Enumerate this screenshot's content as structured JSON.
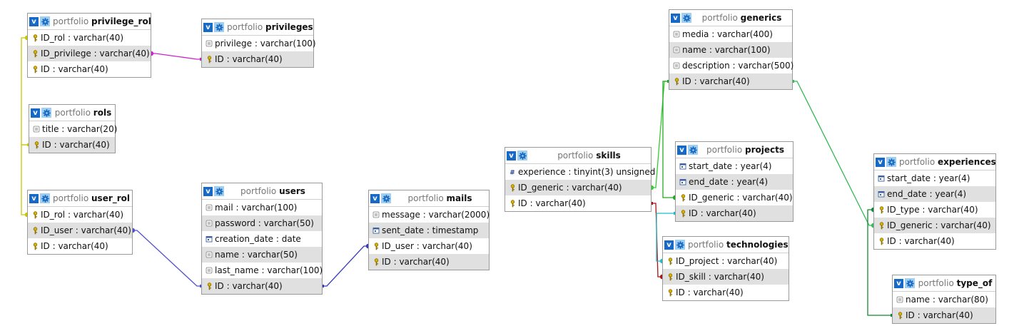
{
  "db_name": "portfolio",
  "tables": [
    {
      "key": "privilege_rol",
      "name": "privilege_rol",
      "fields": [
        {
          "icon": "key-icon",
          "text": "ID_rol : varchar(40)"
        },
        {
          "icon": "key-icon",
          "text": "ID_privilege : varchar(40)"
        },
        {
          "icon": "key-icon",
          "text": "ID : varchar(40)"
        }
      ]
    },
    {
      "key": "privileges",
      "name": "privileges",
      "fields": [
        {
          "icon": "text-field-icon",
          "text": "privilege : varchar(100)"
        },
        {
          "icon": "key-icon",
          "text": "ID : varchar(40)"
        }
      ]
    },
    {
      "key": "rols",
      "name": "rols",
      "fields": [
        {
          "icon": "text-field-icon",
          "text": "title : varchar(20)"
        },
        {
          "icon": "key-icon",
          "text": "ID : varchar(40)"
        }
      ]
    },
    {
      "key": "user_rol",
      "name": "user_rol",
      "fields": [
        {
          "icon": "key-icon",
          "text": "ID_rol : varchar(40)"
        },
        {
          "icon": "key-icon",
          "text": "ID_user : varchar(40)"
        },
        {
          "icon": "key-icon",
          "text": "ID : varchar(40)"
        }
      ]
    },
    {
      "key": "users",
      "name": "users",
      "fields": [
        {
          "icon": "text-field-icon",
          "text": "mail : varchar(100)"
        },
        {
          "icon": "text-field-icon",
          "text": "password : varchar(50)"
        },
        {
          "icon": "date-field-icon",
          "text": "creation_date : date"
        },
        {
          "icon": "text-field-icon",
          "text": "name : varchar(50)"
        },
        {
          "icon": "text-field-icon",
          "text": "last_name : varchar(100)"
        },
        {
          "icon": "key-icon",
          "text": "ID : varchar(40)"
        }
      ]
    },
    {
      "key": "mails",
      "name": "mails",
      "fields": [
        {
          "icon": "text-field-icon",
          "text": "message : varchar(2000)"
        },
        {
          "icon": "date-field-icon",
          "text": "sent_date : timestamp"
        },
        {
          "icon": "key-icon",
          "text": "ID_user : varchar(40)"
        },
        {
          "icon": "key-icon",
          "text": "ID : varchar(40)"
        }
      ]
    },
    {
      "key": "skills",
      "name": "skills",
      "fields": [
        {
          "icon": "numeric-field-icon",
          "text": "experience : tinyint(3) unsigned"
        },
        {
          "icon": "key-icon",
          "text": "ID_generic : varchar(40)"
        },
        {
          "icon": "key-icon",
          "text": "ID : varchar(40)"
        }
      ]
    },
    {
      "key": "generics",
      "name": "generics",
      "fields": [
        {
          "icon": "text-field-icon",
          "text": "media : varchar(400)"
        },
        {
          "icon": "text-field-icon",
          "text": "name : varchar(100)"
        },
        {
          "icon": "text-field-icon",
          "text": "description : varchar(500)"
        },
        {
          "icon": "key-icon",
          "text": "ID : varchar(40)"
        }
      ]
    },
    {
      "key": "projects",
      "name": "projects",
      "fields": [
        {
          "icon": "date-field-icon",
          "text": "start_date : year(4)"
        },
        {
          "icon": "date-field-icon",
          "text": "end_date : year(4)"
        },
        {
          "icon": "key-icon",
          "text": "ID_generic : varchar(40)"
        },
        {
          "icon": "key-icon",
          "text": "ID : varchar(40)"
        }
      ]
    },
    {
      "key": "technologies",
      "name": "technologies",
      "fields": [
        {
          "icon": "key-icon",
          "text": "ID_project : varchar(40)"
        },
        {
          "icon": "key-icon",
          "text": "ID_skill : varchar(40)"
        },
        {
          "icon": "key-icon",
          "text": "ID : varchar(40)"
        }
      ]
    },
    {
      "key": "experiences",
      "name": "experiences",
      "fields": [
        {
          "icon": "date-field-icon",
          "text": "start_date : year(4)"
        },
        {
          "icon": "date-field-icon",
          "text": "end_date : year(4)"
        },
        {
          "icon": "key-icon",
          "text": "ID_type : varchar(40)"
        },
        {
          "icon": "key-icon",
          "text": "ID_generic : varchar(40)"
        },
        {
          "icon": "key-icon",
          "text": "ID : varchar(40)"
        }
      ]
    },
    {
      "key": "type_of",
      "name": "type_of",
      "fields": [
        {
          "icon": "text-field-icon",
          "text": "name : varchar(80)"
        },
        {
          "icon": "key-icon",
          "text": "ID : varchar(40)"
        }
      ]
    }
  ],
  "relations": [
    {
      "from": "privilege_rol.ID_privilege",
      "to": "privileges.ID",
      "color": "#cc22cc"
    },
    {
      "from": "privilege_rol.ID_rol",
      "to": "rols.ID",
      "color": "#c8c800"
    },
    {
      "from": "user_rol.ID_rol",
      "to": "rols.ID",
      "color": "#c8c800"
    },
    {
      "from": "user_rol.ID_user",
      "to": "users.ID",
      "color": "#5050cc"
    },
    {
      "from": "mails.ID_user",
      "to": "users.ID",
      "color": "#3838b8"
    },
    {
      "from": "skills.ID_generic",
      "to": "generics.ID",
      "color": "#33cc33"
    },
    {
      "from": "projects.ID_generic",
      "to": "generics.ID",
      "color": "#22aa22"
    },
    {
      "from": "experiences.ID_generic",
      "to": "generics.ID",
      "color": "#33bb55"
    },
    {
      "from": "technologies.ID_skill",
      "to": "skills.ID",
      "color": "#aa1111"
    },
    {
      "from": "technologies.ID_project",
      "to": "projects.ID",
      "color": "#22bbcc"
    },
    {
      "from": "experiences.ID_type",
      "to": "type_of.ID",
      "color": "#118833"
    }
  ]
}
